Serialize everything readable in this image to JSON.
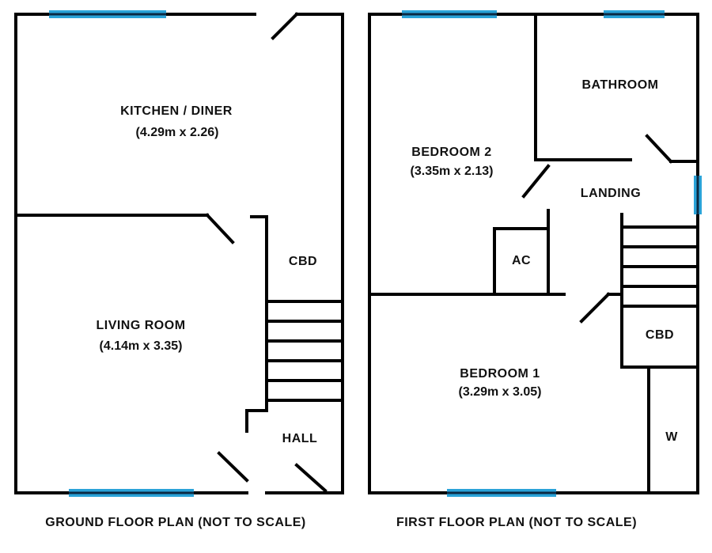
{
  "ground_floor": {
    "caption": "GROUND FLOOR PLAN (NOT TO SCALE)",
    "rooms": {
      "kitchen": {
        "name": "KITCHEN / DINER",
        "dims": "(4.29m x 2.26)"
      },
      "living": {
        "name": "LIVING ROOM",
        "dims": "(4.14m x 3.35)"
      },
      "cbd": {
        "name": "CBD"
      },
      "hall": {
        "name": "HALL"
      }
    }
  },
  "first_floor": {
    "caption": "FIRST FLOOR PLAN (NOT TO SCALE)",
    "rooms": {
      "bedroom2": {
        "name": "BEDROOM 2",
        "dims": "(3.35m x 2.13)"
      },
      "bathroom": {
        "name": "BATHROOM"
      },
      "landing": {
        "name": "LANDING"
      },
      "ac": {
        "name": "AC"
      },
      "cbd": {
        "name": "CBD"
      },
      "bedroom1": {
        "name": "BEDROOM 1",
        "dims": "(3.29m x 3.05)"
      },
      "w": {
        "name": "W"
      }
    }
  },
  "colors": {
    "wall": "#000000",
    "window": "#2aa3d8",
    "window_core": "#0b2a44"
  }
}
